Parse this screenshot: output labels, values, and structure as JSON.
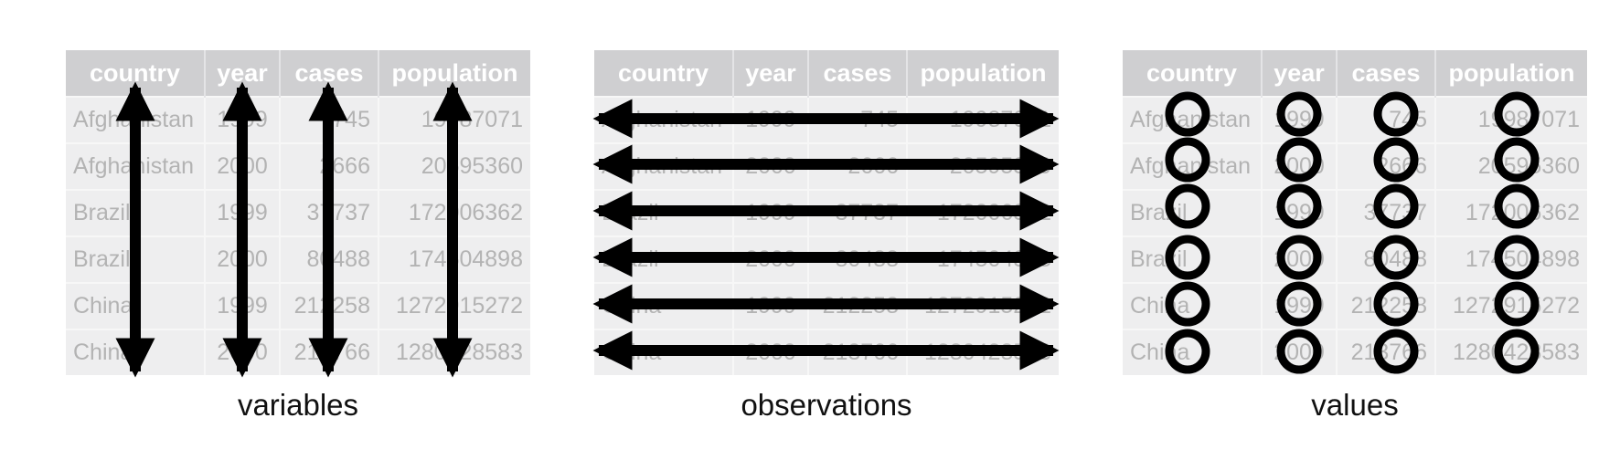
{
  "columns": [
    "country",
    "year",
    "cases",
    "population"
  ],
  "rows": [
    [
      "Afghanistan",
      "1999",
      "745",
      "19987071"
    ],
    [
      "Afghanistan",
      "2000",
      "2666",
      "20595360"
    ],
    [
      "Brazil",
      "1999",
      "37737",
      "172006362"
    ],
    [
      "Brazil",
      "2000",
      "80488",
      "174504898"
    ],
    [
      "China",
      "1999",
      "212258",
      "1272915272"
    ],
    [
      "China",
      "2000",
      "213766",
      "1280428583"
    ]
  ],
  "panels": [
    {
      "caption": "variables",
      "marker": "vertical-double-arrow"
    },
    {
      "caption": "observations",
      "marker": "horizontal-double-arrow"
    },
    {
      "caption": "values",
      "marker": "circle"
    }
  ],
  "colors": {
    "header_bg": "#cfcfd1",
    "header_text": "#ffffff",
    "cell_bg": "#eeeeef",
    "cell_text": "#b3b3b3",
    "marker": "#000000"
  }
}
